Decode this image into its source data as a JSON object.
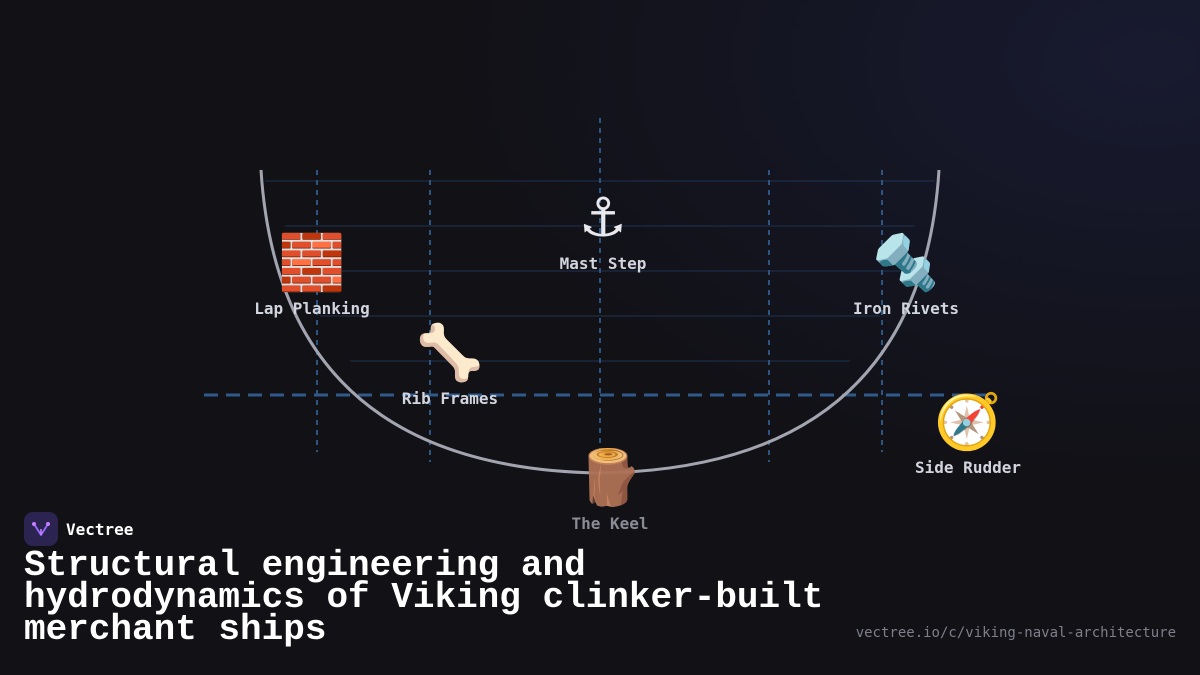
{
  "brand": {
    "name": "Vectree",
    "logo_icon": "vectree-logo-icon"
  },
  "title": "Structural engineering and hydrodynamics of Viking clinker-built merchant ships",
  "url": "vectree.io/c/viking-naval-architecture",
  "colors": {
    "hull_line": "#a2a4b0",
    "grid_solid": "#1f3250",
    "grid_dashed": "#2d5583",
    "waterline": "#2f5a8a",
    "label": "#d2d4de",
    "label_dim": "#8a8b95"
  },
  "nodes": [
    {
      "id": "mast-step",
      "icon": "⚓",
      "icon_name": "anchor-icon",
      "label": "Mast Step"
    },
    {
      "id": "lap-planking",
      "icon": "🧱",
      "icon_name": "brick-icon",
      "label": "Lap Planking"
    },
    {
      "id": "iron-rivets",
      "icon": "🔩",
      "icon_name": "nut-and-bolt-icon",
      "label": "Iron Rivets"
    },
    {
      "id": "rib-frames",
      "icon": "🦴",
      "icon_name": "bone-icon",
      "label": "Rib Frames"
    },
    {
      "id": "side-rudder",
      "icon": "🧭",
      "icon_name": "compass-icon",
      "label": "Side Rudder"
    },
    {
      "id": "the-keel",
      "icon": "🪵",
      "icon_name": "wood-log-icon",
      "label": "The Keel",
      "dim": true
    }
  ]
}
